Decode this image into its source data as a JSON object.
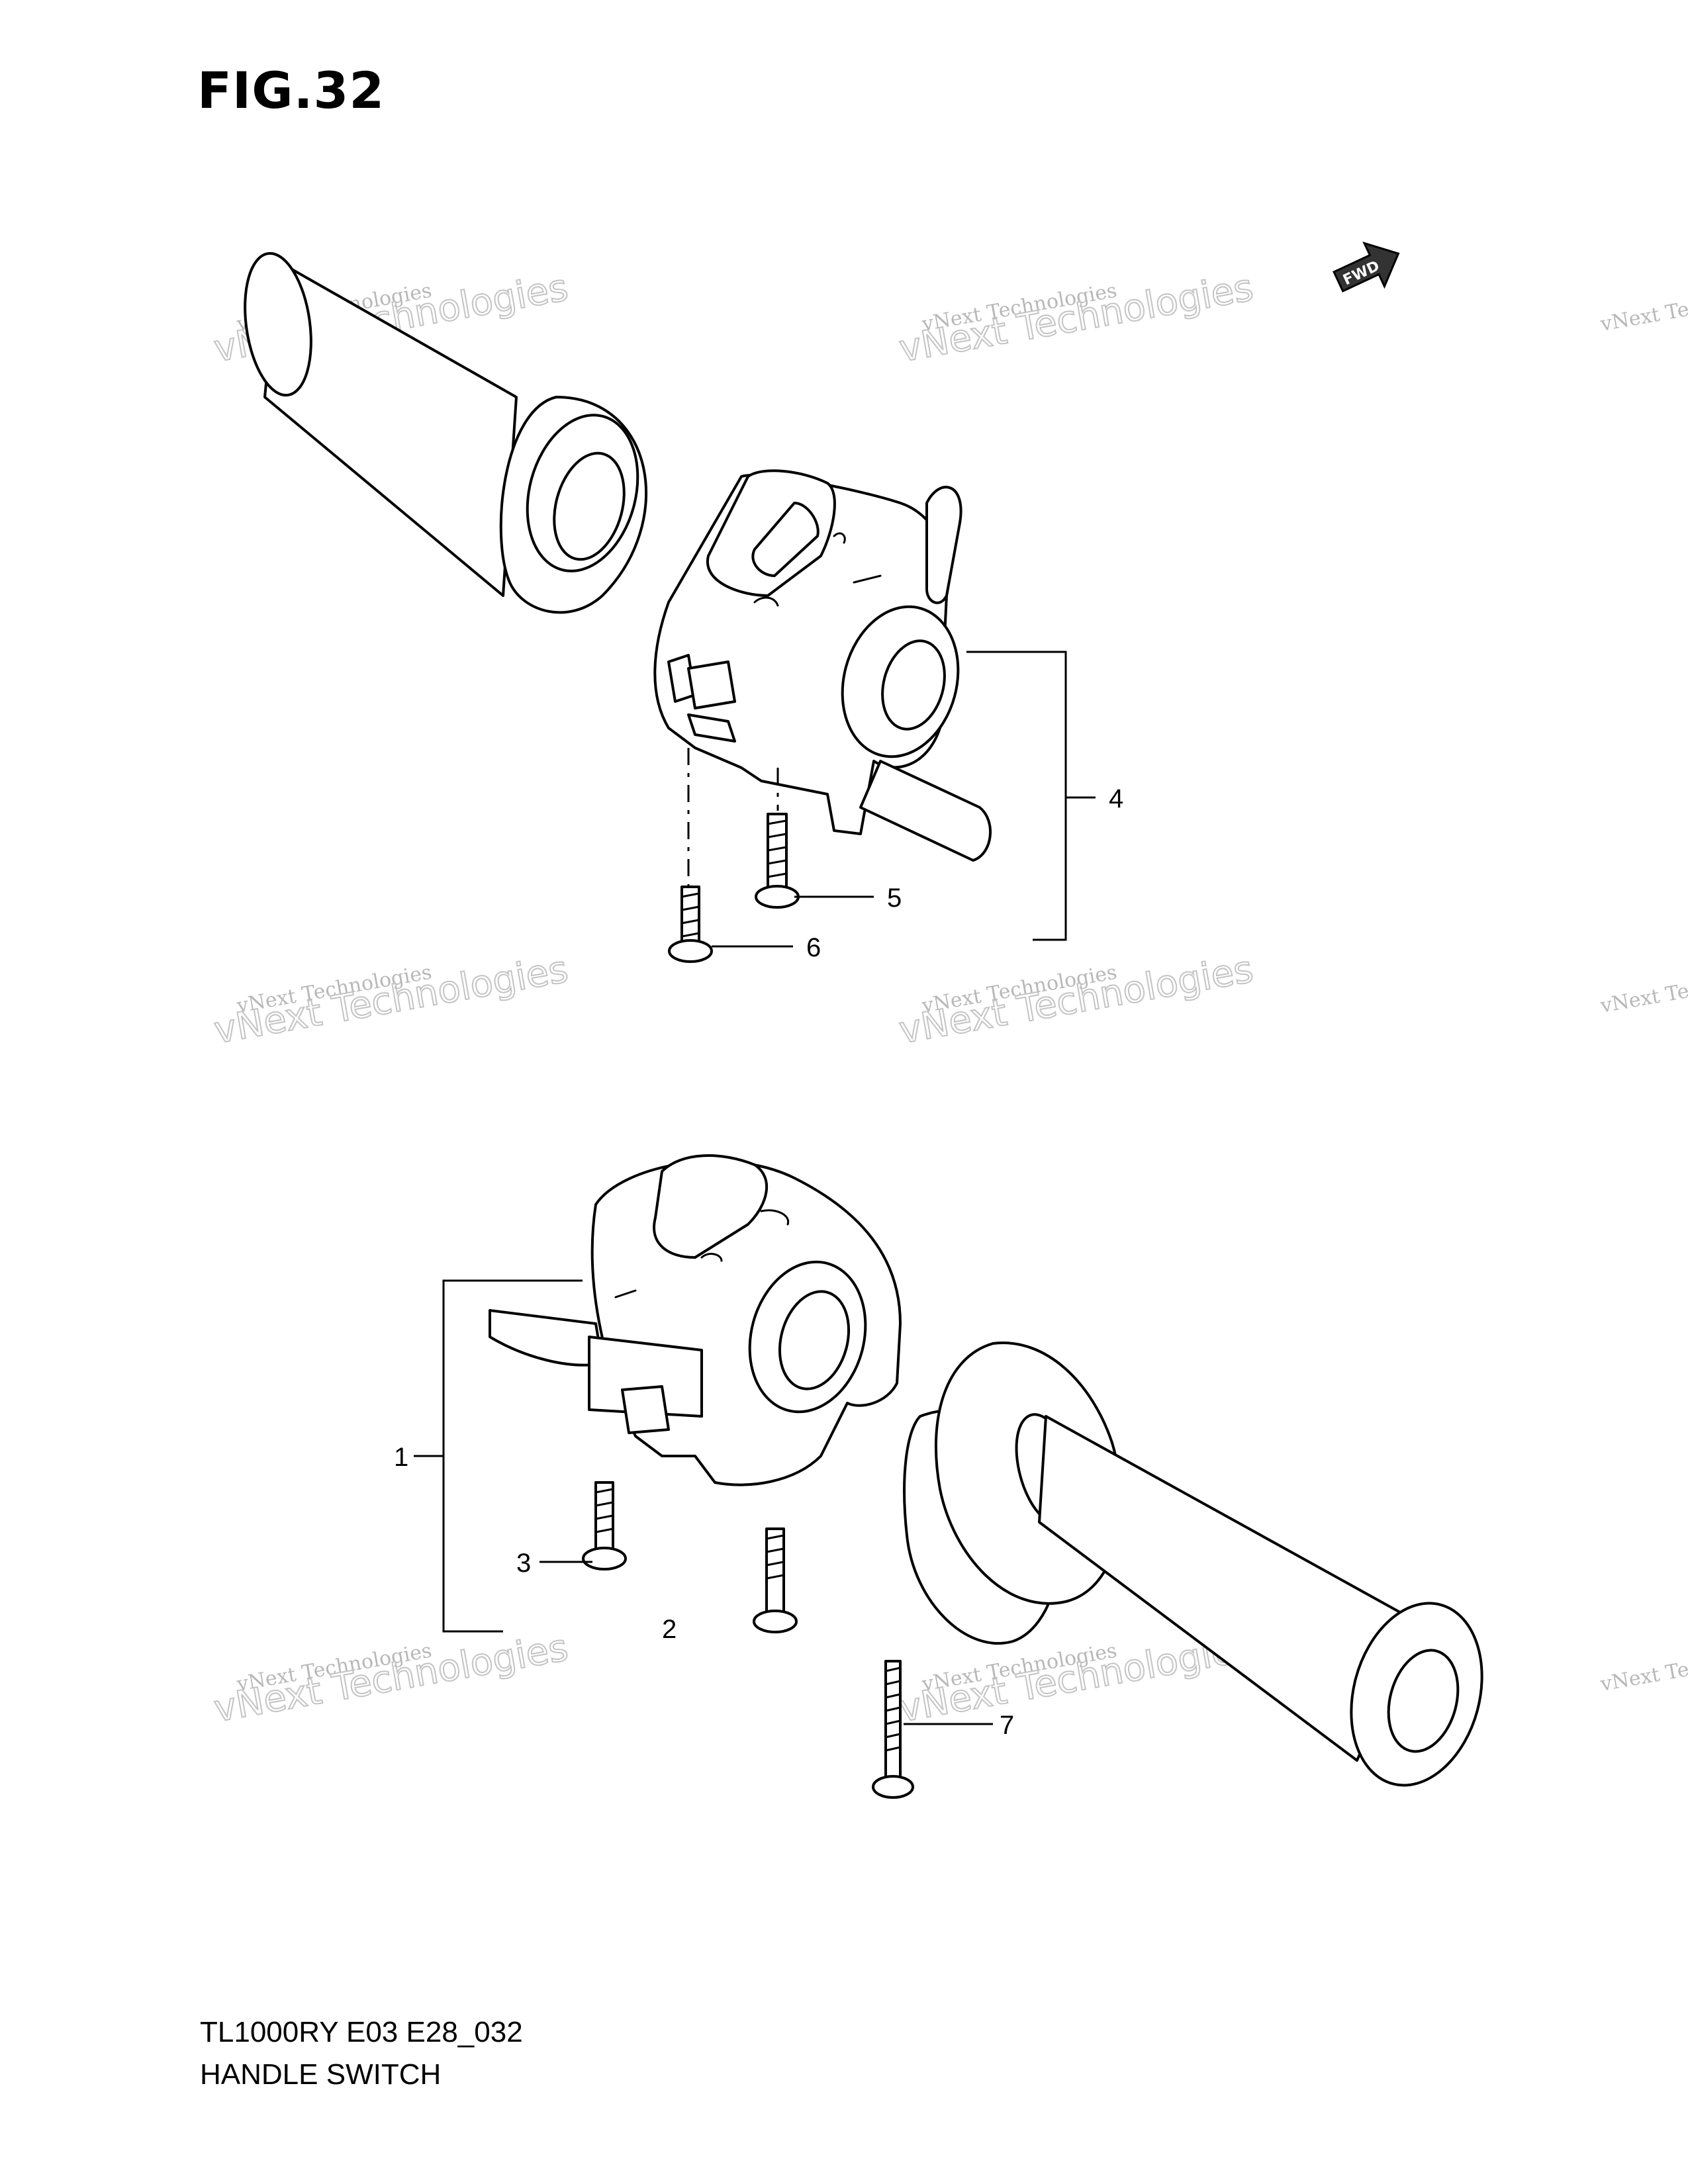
{
  "figure": {
    "title": "FIG.32",
    "code": "TL1000RY E03 E28_032",
    "name": "HANDLE SWITCH"
  },
  "direction_badge": {
    "label": "FWD",
    "icon": "fwd-arrow-icon"
  },
  "callouts": [
    "1",
    "2",
    "3",
    "4",
    "5",
    "6",
    "7"
  ],
  "watermark": {
    "line1": "vNext Technologies",
    "line2": "vNext Technologies"
  }
}
